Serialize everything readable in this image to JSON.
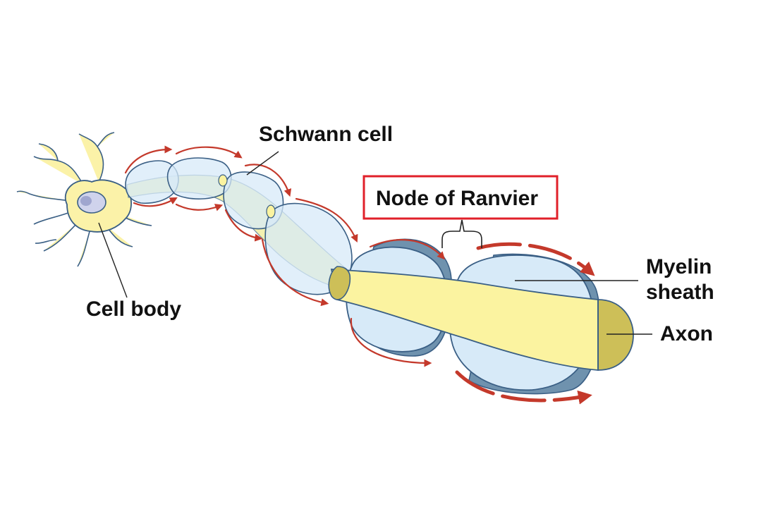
{
  "labels": {
    "schwann_cell": "Schwann cell",
    "node_of_ranvier": "Node of Ranvier",
    "myelin_line1": "Myelin",
    "myelin_line2": "sheath",
    "axon": "Axon",
    "cell_body": "Cell body"
  },
  "colors": {
    "axon_fill": "#fbf3a0",
    "axon_end": "#cdbf58",
    "myelin_fill": "#d7eaf8",
    "myelin_edge": "#7a9bb5",
    "myelin_shadow": "#6f92ae",
    "outline": "#3a5f85",
    "arrow": "#c4392b",
    "highlight_box": "#e0202a",
    "cell_body_fill": "#fbf2a8",
    "nucleus_fill": "#cfd3ec",
    "leader_line": "#222222"
  }
}
